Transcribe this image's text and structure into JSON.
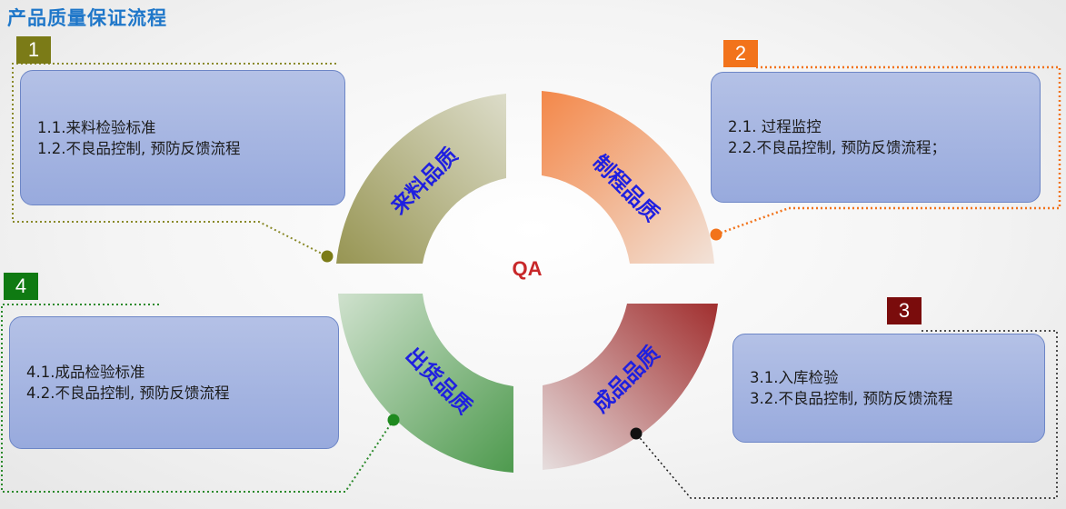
{
  "title": "产品质量保证流程",
  "center": "QA",
  "colors": {
    "title": "#1f77c9",
    "seg1": "#9c9a55",
    "seg2": "#f08a4c",
    "seg3": "#a33c3c",
    "seg4": "#4e9a4e",
    "badge1": "#7b7b17",
    "badge2": "#f2731b",
    "badge3": "#7a0c0c",
    "badge4": "#0f7a12",
    "segmentText": "#1f1fe0",
    "centerText": "#c8282a"
  },
  "segments": [
    {
      "label": "来料品质"
    },
    {
      "label": "制程品质"
    },
    {
      "label": "成品品质"
    },
    {
      "label": "出货品质"
    }
  ],
  "steps": [
    {
      "number": "1",
      "lines": [
        "1.1.来料检验标准",
        "1.2.不良品控制, 预防反馈流程"
      ]
    },
    {
      "number": "2",
      "lines": [
        "2.1. 过程监控",
        "2.2.不良品控制, 预防反馈流程；"
      ]
    },
    {
      "number": "3",
      "lines": [
        "3.1.入库检验",
        "3.2.不良品控制, 预防反馈流程"
      ]
    },
    {
      "number": "4",
      "lines": [
        "4.1.成品检验标准",
        "4.2.不良品控制, 预防反馈流程"
      ]
    }
  ]
}
